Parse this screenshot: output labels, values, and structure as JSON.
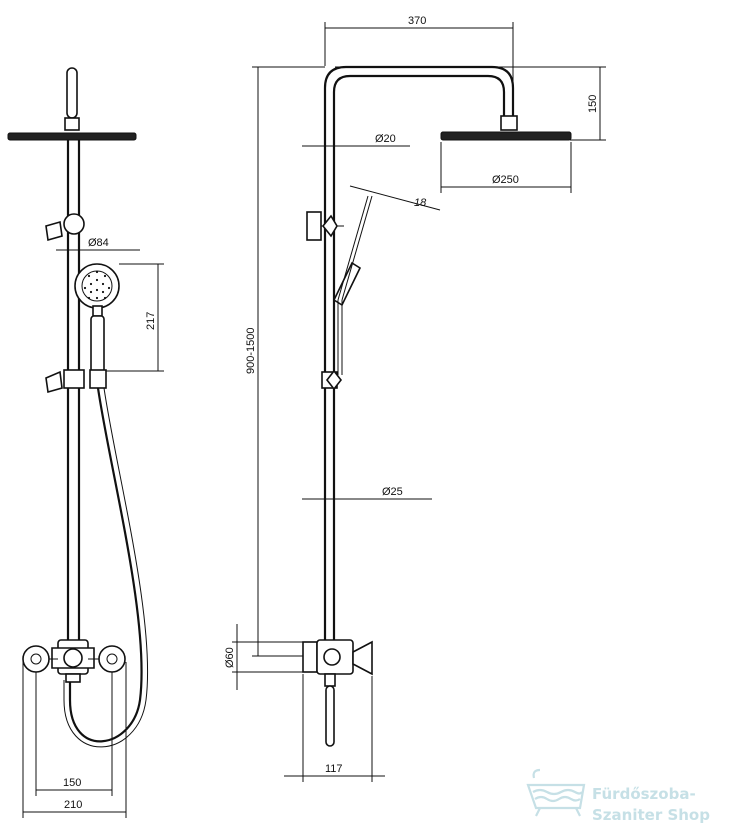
{
  "dimensions": {
    "width_370": "370",
    "height_150": "150",
    "dia_20": "Ø20",
    "dia_250": "Ø250",
    "angle_18": "18",
    "height_900_1500": "900-1500",
    "dia_25": "Ø25",
    "dia_60": "Ø60",
    "depth_117": "117",
    "dia_84": "Ø84",
    "height_217": "217",
    "width_150": "150",
    "width_210": "210"
  },
  "watermark": {
    "line1": "Fürdőszoba-",
    "line2": "Szaniter Shop"
  },
  "colors": {
    "line": "#111111",
    "watermark": "#c6e0e6"
  }
}
